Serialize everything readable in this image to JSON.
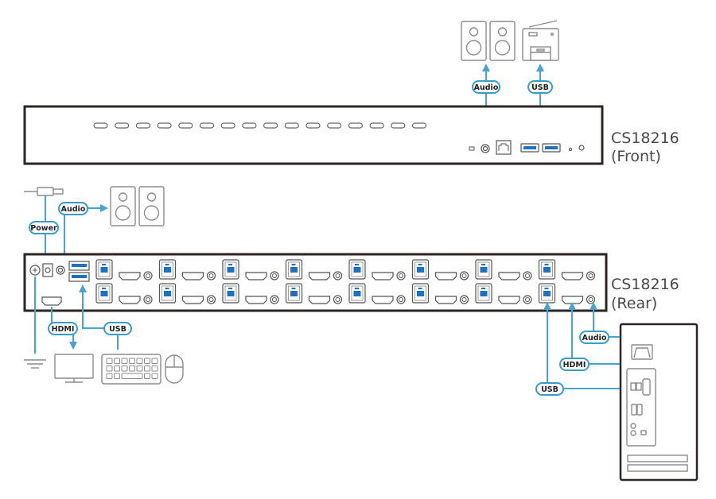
{
  "devices": {
    "front": {
      "model": "CS18216",
      "view": "(Front)",
      "led_count": 16
    },
    "rear": {
      "model": "CS18216",
      "view": "(Rear)",
      "port_columns": 8,
      "port_rows": 2
    }
  },
  "connection_tags": {
    "front_audio": "Audio",
    "front_usb": "USB",
    "rear_power": "Power",
    "rear_audio": "Audio",
    "rear_hdmi": "HDMI",
    "rear_usb": "USB",
    "pc_audio": "Audio",
    "pc_hdmi": "HDMI",
    "pc_usb": "USB"
  },
  "peripherals": {
    "front": [
      "speakers-icon",
      "printer-icon"
    ],
    "console": [
      "power-adapter-icon",
      "speakers-icon",
      "ground-icon",
      "monitor-icon",
      "keyboard-icon",
      "mouse-icon"
    ],
    "computer": [
      "computer-tower-icon"
    ]
  },
  "colors": {
    "wire": "#4aa3cc",
    "tag_border": "#3a9cc6",
    "usb_port": "#1f6fc2",
    "chassis": "#2b2523",
    "icon_gray": "#8c8c8c"
  }
}
